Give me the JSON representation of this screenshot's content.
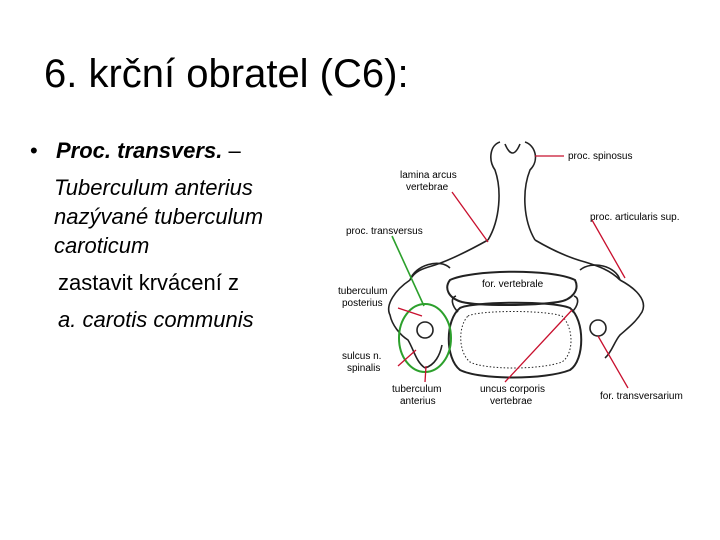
{
  "slide": {
    "title": "6. krční obratel (C6):",
    "bullet": {
      "marker": "•",
      "lead": "Proc. transvers.",
      "dash": "–",
      "line2": "Tuberculum anterius",
      "line3": "nazývané tuberculum",
      "line4": "caroticum",
      "line5": "zastavit krvácení z",
      "line6": "a. carotis communis"
    }
  },
  "diagram": {
    "labels": {
      "proc_spinosus": "proc. spinosus",
      "lamina_line1": "lamina arcus",
      "lamina_line2": "vertebrae",
      "proc_articularis_sup": "proc. articularis sup.",
      "proc_transversus": "proc. transversus",
      "for_vertebrale": "for. vertebrale",
      "tuberculum_posterius_line1": "tuberculum",
      "tuberculum_posterius_line2": "posterius",
      "sulcus_line1": "sulcus n.",
      "sulcus_line2": "spinalis",
      "tuberculum_anterius_line1": "tuberculum",
      "tuberculum_anterius_line2": "anterius",
      "uncus_line1": "uncus corporis",
      "uncus_line2": "vertebrae",
      "for_transversarium": "for. transversarium"
    },
    "colors": {
      "pointer_red": "#c8102e",
      "highlight_green": "#2ca02c",
      "bone_outline": "#222222"
    }
  }
}
